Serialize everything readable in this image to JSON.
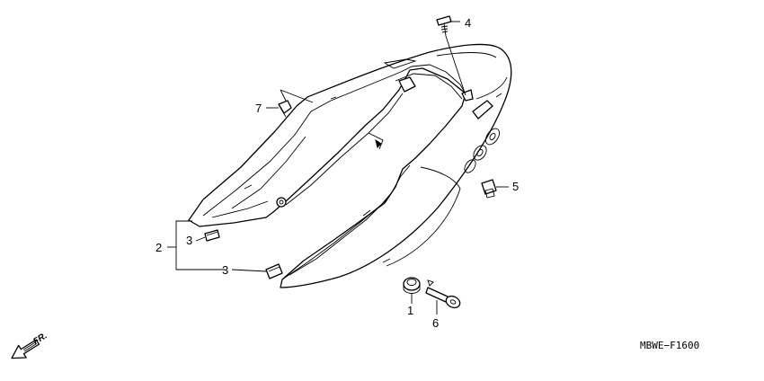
{
  "diagram": {
    "callouts": [
      {
        "id": "1",
        "label": "1"
      },
      {
        "id": "2",
        "label": "2"
      },
      {
        "id": "3a",
        "label": "3"
      },
      {
        "id": "3b",
        "label": "3"
      },
      {
        "id": "4",
        "label": "4"
      },
      {
        "id": "5",
        "label": "5"
      },
      {
        "id": "6",
        "label": "6"
      },
      {
        "id": "7",
        "label": "7"
      }
    ],
    "direction_label": "FR.",
    "diagram_code": "MBWE−F1600"
  }
}
